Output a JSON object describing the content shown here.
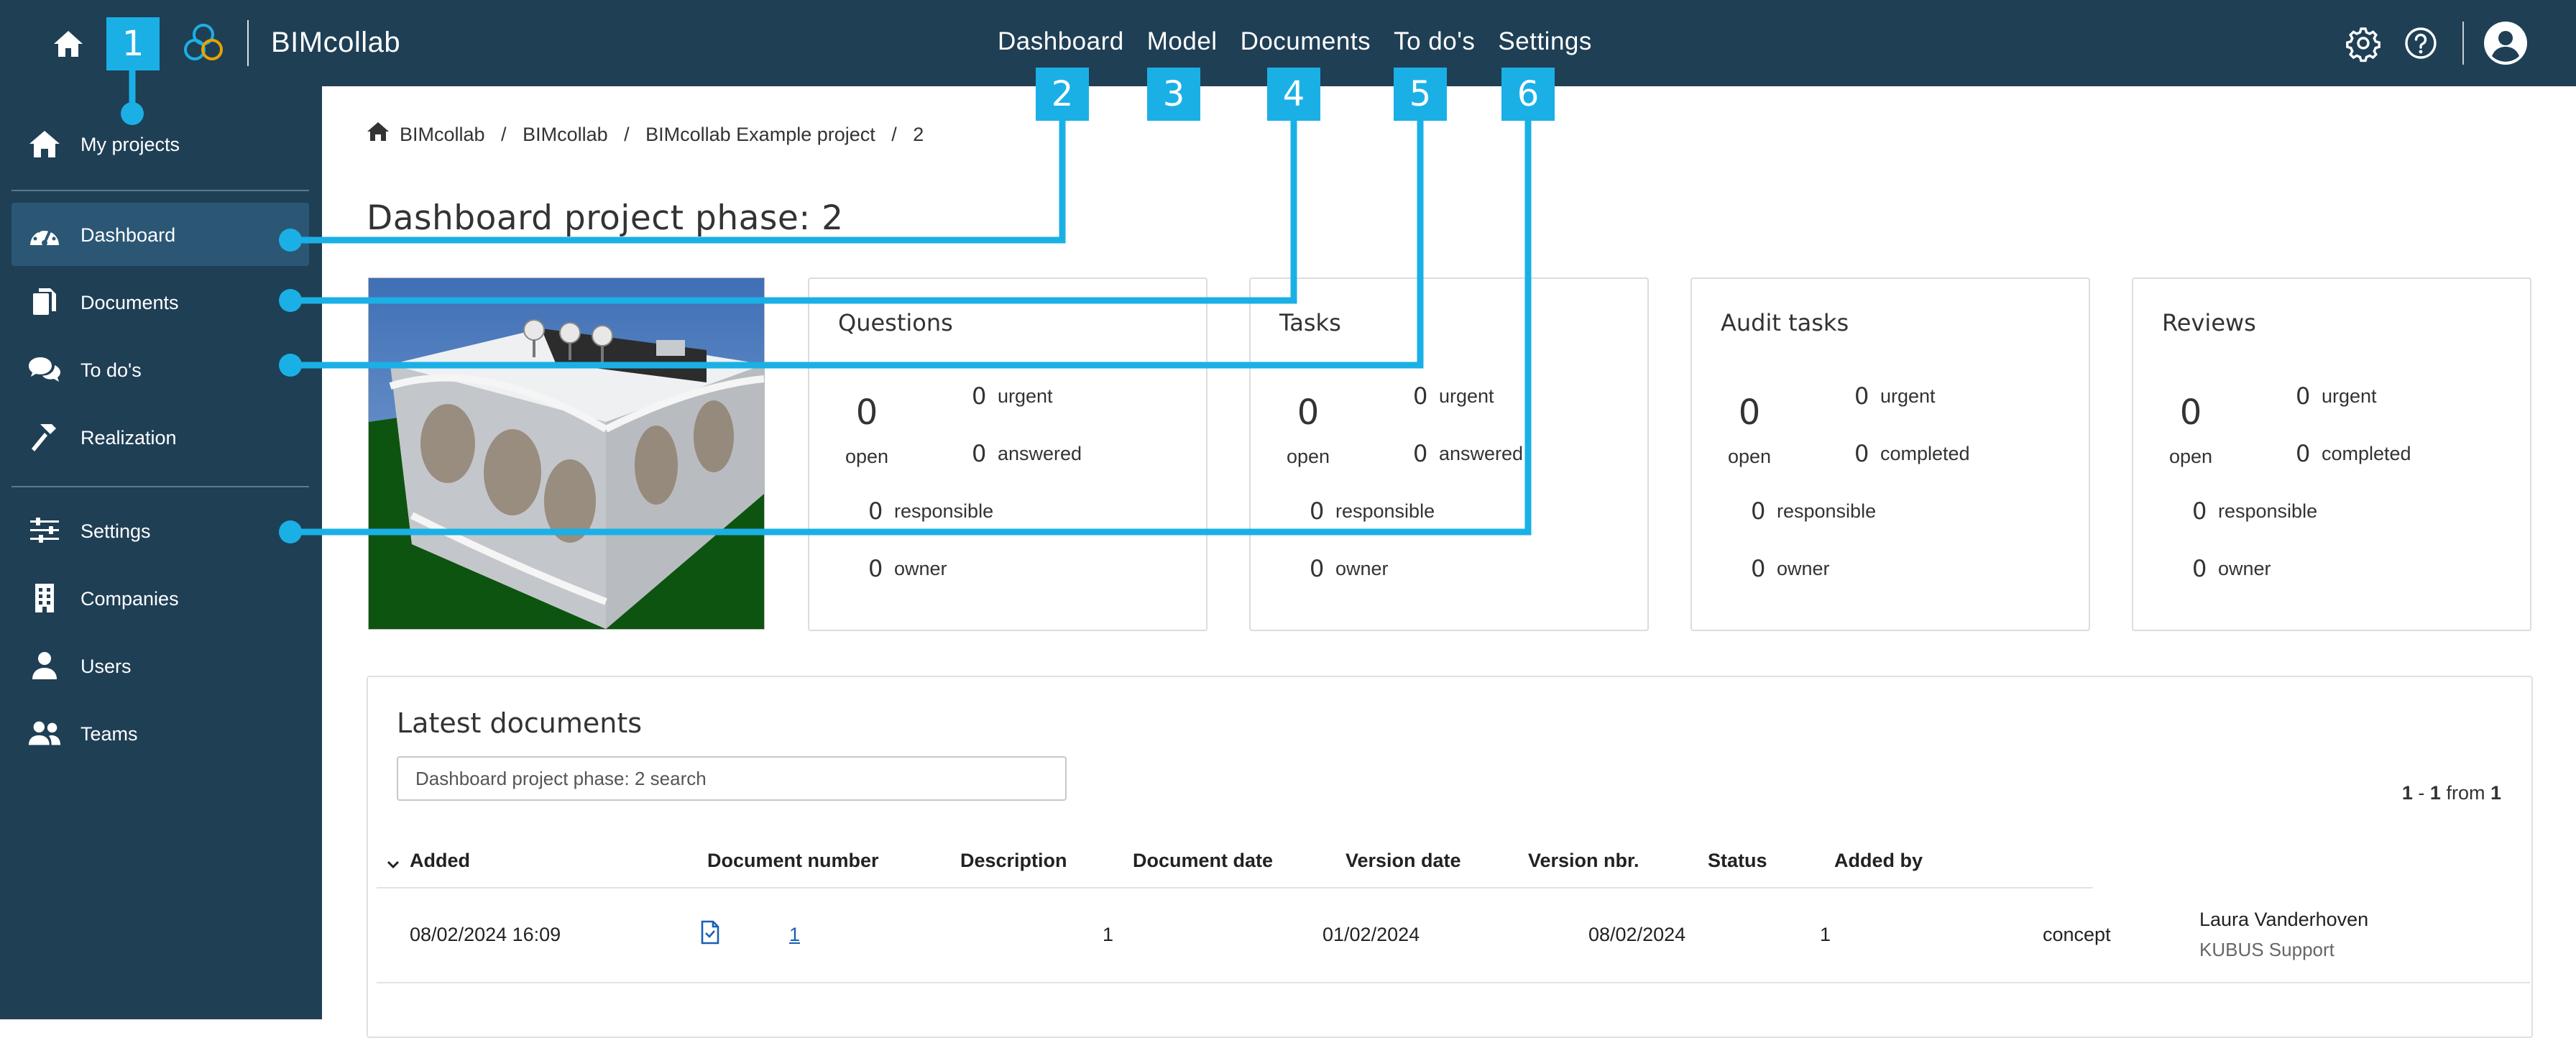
{
  "app": {
    "brand": "BIMcollab",
    "nav": [
      "Dashboard",
      "Model",
      "Documents",
      "To do's",
      "Settings"
    ],
    "top_icons": [
      "gear-icon",
      "help-icon",
      "user-avatar-icon"
    ]
  },
  "sidebar": {
    "items": [
      {
        "label": "My projects",
        "icon": "home-icon",
        "active": false
      },
      {
        "label": "Dashboard",
        "icon": "gauge-icon",
        "active": true
      },
      {
        "label": "Documents",
        "icon": "documents-icon",
        "active": false
      },
      {
        "label": "To do's",
        "icon": "chat-bubbles-icon",
        "active": false
      },
      {
        "label": "Realization",
        "icon": "hammer-icon",
        "active": false
      },
      {
        "label": "Settings",
        "icon": "sliders-icon",
        "active": false
      },
      {
        "label": "Companies",
        "icon": "building-icon",
        "active": false
      },
      {
        "label": "Users",
        "icon": "user-icon",
        "active": false
      },
      {
        "label": "Teams",
        "icon": "team-icon",
        "active": false
      }
    ]
  },
  "breadcrumb": [
    "BIMcollab",
    "BIMcollab",
    "BIMcollab Example project",
    "2"
  ],
  "page_title": "Dashboard project phase: 2",
  "cards": [
    {
      "title": "Questions",
      "open_count": "0",
      "open_label": "open",
      "stats": [
        {
          "num": "0",
          "label": "urgent"
        },
        {
          "num": "0",
          "label": "answered"
        },
        {
          "num": "0",
          "label": "responsible"
        },
        {
          "num": "0",
          "label": "owner"
        }
      ]
    },
    {
      "title": "Tasks",
      "open_count": "0",
      "open_label": "open",
      "stats": [
        {
          "num": "0",
          "label": "urgent"
        },
        {
          "num": "0",
          "label": "answered"
        },
        {
          "num": "0",
          "label": "responsible"
        },
        {
          "num": "0",
          "label": "owner"
        }
      ]
    },
    {
      "title": "Audit tasks",
      "open_count": "0",
      "open_label": "open",
      "stats": [
        {
          "num": "0",
          "label": "urgent"
        },
        {
          "num": "0",
          "label": "completed"
        },
        {
          "num": "0",
          "label": "responsible"
        },
        {
          "num": "0",
          "label": "owner"
        }
      ]
    },
    {
      "title": "Reviews",
      "open_count": "0",
      "open_label": "open",
      "stats": [
        {
          "num": "0",
          "label": "urgent"
        },
        {
          "num": "0",
          "label": "completed"
        },
        {
          "num": "0",
          "label": "responsible"
        },
        {
          "num": "0",
          "label": "owner"
        }
      ]
    }
  ],
  "latest_documents": {
    "title": "Latest documents",
    "search_placeholder": "Dashboard project phase: 2 search",
    "pager": {
      "from": "1",
      "to": "1",
      "total": "1",
      "dash": " - ",
      "from_word": " from "
    },
    "columns": [
      "Added",
      "Document number",
      "Description",
      "Document date",
      "Version date",
      "Version nbr.",
      "Status",
      "Added by"
    ],
    "sort_icon": "chevron-down-icon",
    "rows": [
      {
        "added": "08/02/2024 16:09",
        "icon": "document-file-icon",
        "document_number": "1",
        "description": "1",
        "document_date": "01/02/2024",
        "version_date": "08/02/2024",
        "version_nbr": "1",
        "status": "concept",
        "added_by_name": "Laura Vanderhoven",
        "added_by_company": "KUBUS Support"
      }
    ]
  },
  "callouts": [
    "1",
    "2",
    "3",
    "4",
    "5",
    "6"
  ],
  "colors": {
    "navbar": "#1f3f55",
    "sidebar_active": "#2b5775",
    "callout": "#1ab0e6",
    "link": "#1a5fb4"
  }
}
